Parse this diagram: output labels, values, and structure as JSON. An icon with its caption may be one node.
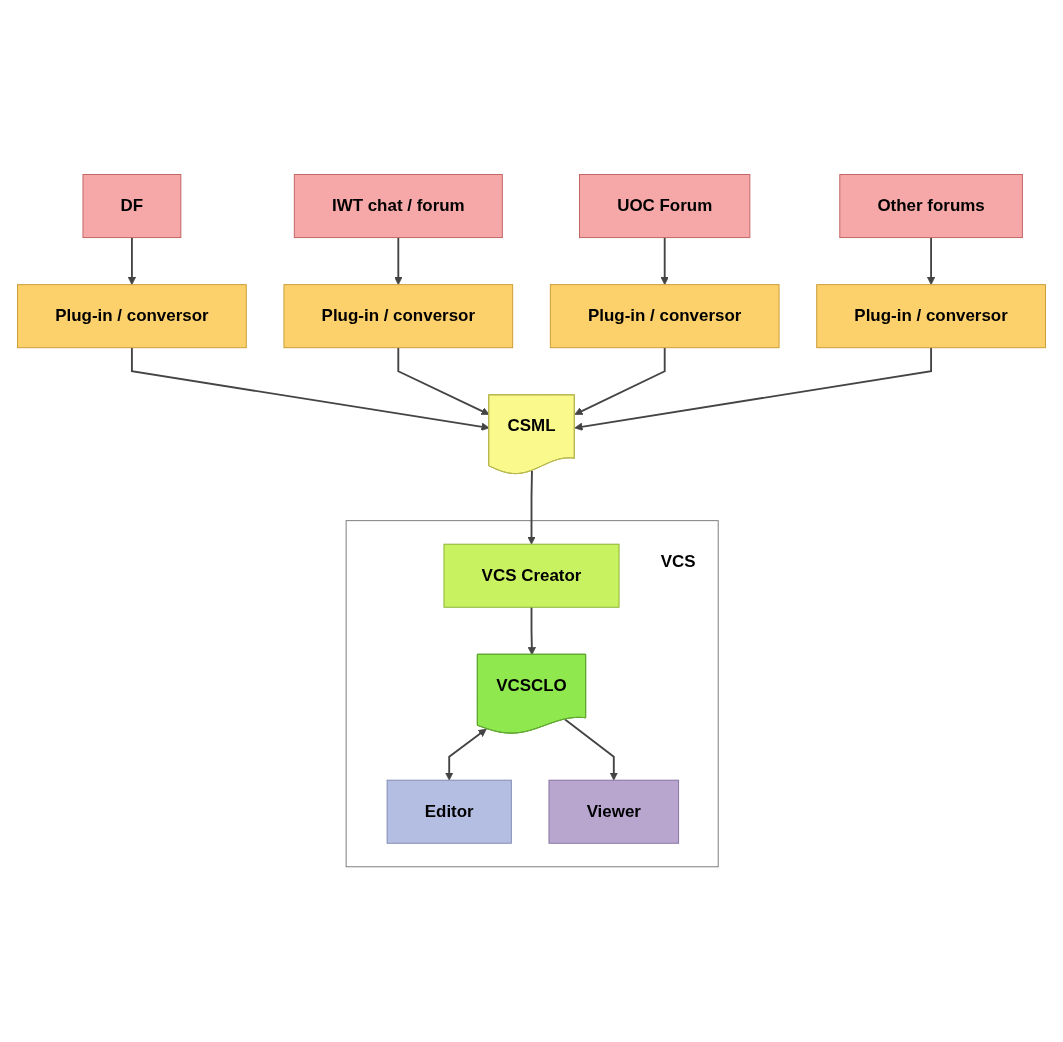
{
  "diagram": {
    "nodes": [
      {
        "text": [
          "DF"
        ]
      },
      {
        "text": [
          "IWT chat / forum"
        ]
      },
      {
        "text": [
          "UOC Forum"
        ]
      },
      {
        "text": [
          "Other forums"
        ]
      },
      {
        "text": [
          "Plug-in / conversor"
        ]
      },
      {
        "text": [
          "Plug-in / conversor"
        ]
      },
      {
        "text": [
          "Plug-in / conversor"
        ]
      },
      {
        "text": [
          "Plug-in / conversor"
        ]
      },
      {
        "text": [
          "CSML"
        ]
      },
      {
        "text": [
          "VCS"
        ]
      },
      {
        "text": [
          "VCS Creator"
        ],
        "in": 9
      },
      {
        "text": [
          "VCSCLO"
        ],
        "in": 9
      },
      {
        "text": [
          "Editor"
        ],
        "in": 9
      },
      {
        "text": [
          "Viewer"
        ],
        "in": 9
      }
    ],
    "edges": [
      {
        "from": 0,
        "to": 4,
        "arrow": "to"
      },
      {
        "from": 1,
        "to": 5,
        "arrow": "to"
      },
      {
        "from": 2,
        "to": 6,
        "arrow": "to"
      },
      {
        "from": 3,
        "to": 7,
        "arrow": "to"
      },
      {
        "from": 4,
        "to": 8,
        "arrow": "to"
      },
      {
        "from": 5,
        "to": 8,
        "arrow": "to"
      },
      {
        "from": 6,
        "to": 8,
        "arrow": "to"
      },
      {
        "from": 7,
        "to": 8,
        "arrow": "to"
      },
      {
        "from": 8,
        "to": 10,
        "arrow": "to"
      },
      {
        "from": 10,
        "to": 11,
        "arrow": "to"
      },
      {
        "from": 11,
        "to": 12,
        "arrow": "both"
      },
      {
        "from": 11,
        "to": 13,
        "arrow": "to"
      }
    ]
  }
}
